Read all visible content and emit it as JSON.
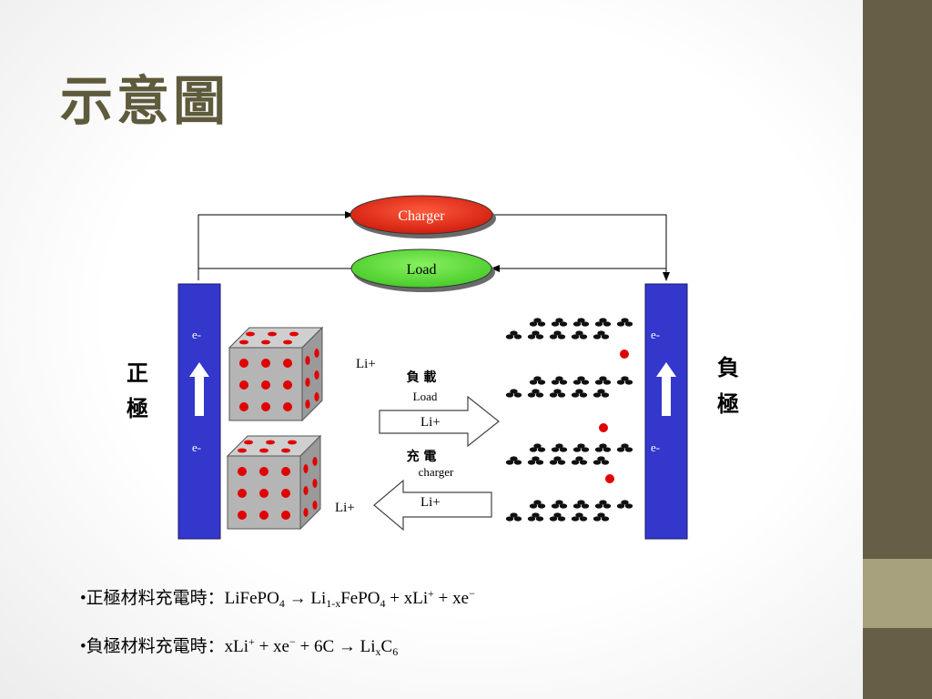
{
  "slide": {
    "title": "示意圖"
  },
  "diagram": {
    "charger_label": "Charger",
    "load_label": "Load",
    "electron_label": "e-",
    "cathode_label": [
      "正",
      "極"
    ],
    "anode_label": [
      "負",
      "極"
    ],
    "li_ion_label": "Li+",
    "discharge_label_cn": "負 載",
    "discharge_label_en": "Load",
    "charge_label_cn": "充 電",
    "charge_label_en": "charger",
    "colors": {
      "charger": "#e8321e",
      "load": "#66dd44",
      "electrode": "#3337cc",
      "cube": "#b5b5b5",
      "ion": "#e00000"
    }
  },
  "bullets": {
    "cathode": {
      "prefix": "•正極材料充電時：",
      "f1": "LiFePO",
      "s1": "4",
      "f2": " → Li",
      "s2": "1-x",
      "f3": "FePO",
      "s3": "4",
      "f4": " + xLi",
      "sup1": "+",
      "f5": " + xe",
      "sup2": "−"
    },
    "anode": {
      "prefix": "•負極材料充電時：",
      "f1": "xLi",
      "sup1": "+",
      "f2": " + xe",
      "sup2": "−",
      "f3": " + 6C → Li",
      "s1": "x",
      "f4": "C",
      "s2": "6"
    }
  }
}
